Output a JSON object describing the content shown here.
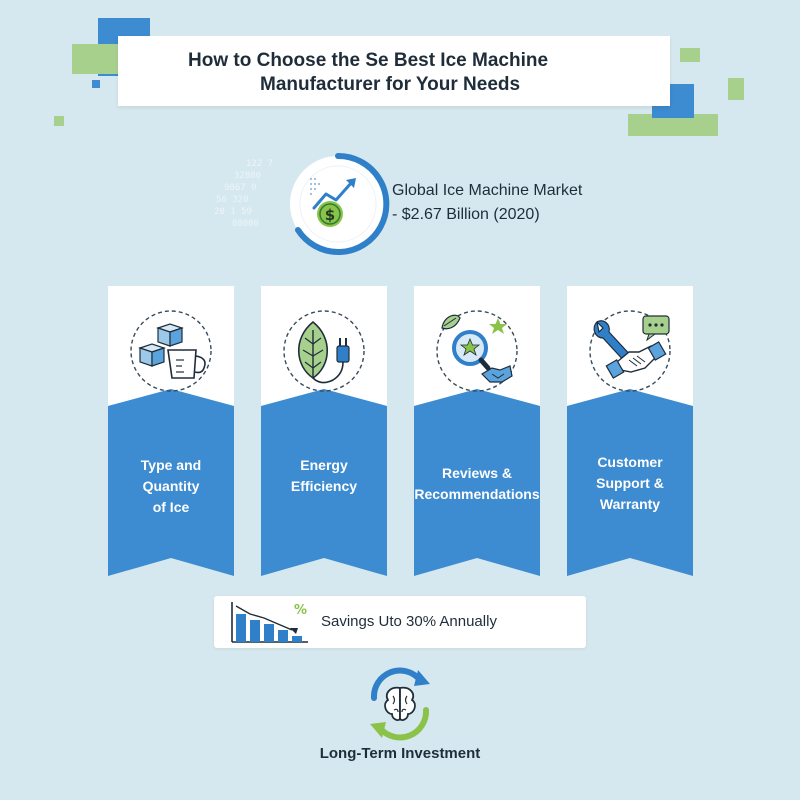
{
  "header": {
    "title_line1": "How to Choose the Se Best Ice Machine",
    "title_line2": "Manufacturer for Your Needs"
  },
  "market": {
    "line1": "Global Ice Machine Market",
    "line2": "- $2.67 Billion (2020)",
    "icon": "market-growth-dollar-icon"
  },
  "factors": [
    {
      "line1": "Type and",
      "line2": "Quantity",
      "line3": "of Ice",
      "icon": "ice-cubes-measuring-cup-icon"
    },
    {
      "line1": "Energy",
      "line2": "Efficiency",
      "icon": "leaf-plug-icon"
    },
    {
      "line1": "Reviews &",
      "line2": "Recommendations",
      "icon": "magnifier-star-handshake-icon"
    },
    {
      "line1": "Customer",
      "line2": "Support &",
      "line3": "Warranty",
      "icon": "wrench-handshake-chat-icon"
    }
  ],
  "savings": {
    "label": "Savings Uto 30% Annually",
    "icon": "declining-bar-chart-percent-icon"
  },
  "investment": {
    "label": "Long-Term Investment",
    "icon": "brain-cycle-icon"
  },
  "colors": {
    "background": "#d6e8ef",
    "banner_blue": "#3d8bd0",
    "accent_blue": "#2f80c9",
    "accent_green": "#a8d08d",
    "icon_green": "#8bc34a",
    "text": "#1f2d3a"
  }
}
